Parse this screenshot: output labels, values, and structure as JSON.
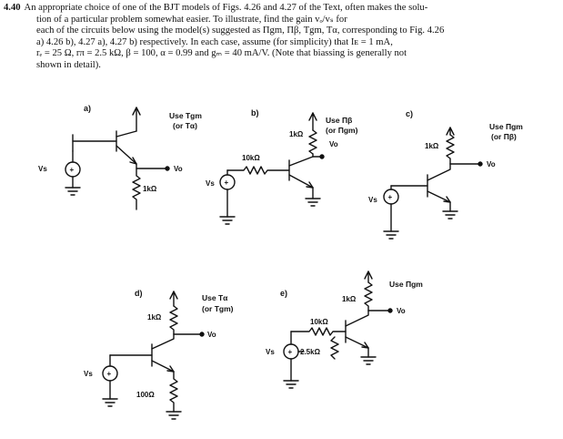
{
  "problem": {
    "number": "4.40",
    "lines": [
      "An appropriate choice of one of the BJT models of Figs. 4.26 and 4.27 of the Text, often makes the solu-",
      "tion of a particular problem somewhat easier. To illustrate, find the gain vₒ/vₛ for",
      "each of the circuits below using the model(s) suggested as Πgm, Πβ, Tgm, Tα, corresponding to Fig. 4.26",
      "a) 4.26 b), 4.27 a), 4.27 b) respectively. In each case, assume (for simplicity) that Iᴇ = 1 mA,",
      "rₑ = 25 Ω, rπ = 2.5 kΩ, β = 100, α = 0.99 and gₘ = 40 mA/V. (Note that biassing is generally not",
      "shown in detail)."
    ]
  },
  "circuits": {
    "a": {
      "label": "a)",
      "note1": "Use Tgm",
      "note2": "(or Tα)",
      "r1": "1kΩ",
      "vs": "Vs",
      "vo": "Vo"
    },
    "b": {
      "label": "b)",
      "note1": "Use Πβ",
      "note2": "(or Πgm)",
      "r1": "1kΩ",
      "r2": "10kΩ",
      "vs": "Vs",
      "vo": "Vo"
    },
    "c": {
      "label": "c)",
      "note1": "Use Πgm",
      "note2": "(or Πβ)",
      "r1": "1kΩ",
      "vs": "Vs",
      "vo": "Vo"
    },
    "d": {
      "label": "d)",
      "note1": "Use Tα",
      "note2": "(or Tgm)",
      "r1": "1kΩ",
      "r2": "100Ω",
      "vs": "Vs",
      "vo": "Vo"
    },
    "e": {
      "label": "e)",
      "note1": "Use Πgm",
      "r1": "1kΩ",
      "r2": "10kΩ",
      "r3": "2.5kΩ",
      "vs": "Vs",
      "vo": "Vo"
    }
  },
  "source_symbol": "+"
}
